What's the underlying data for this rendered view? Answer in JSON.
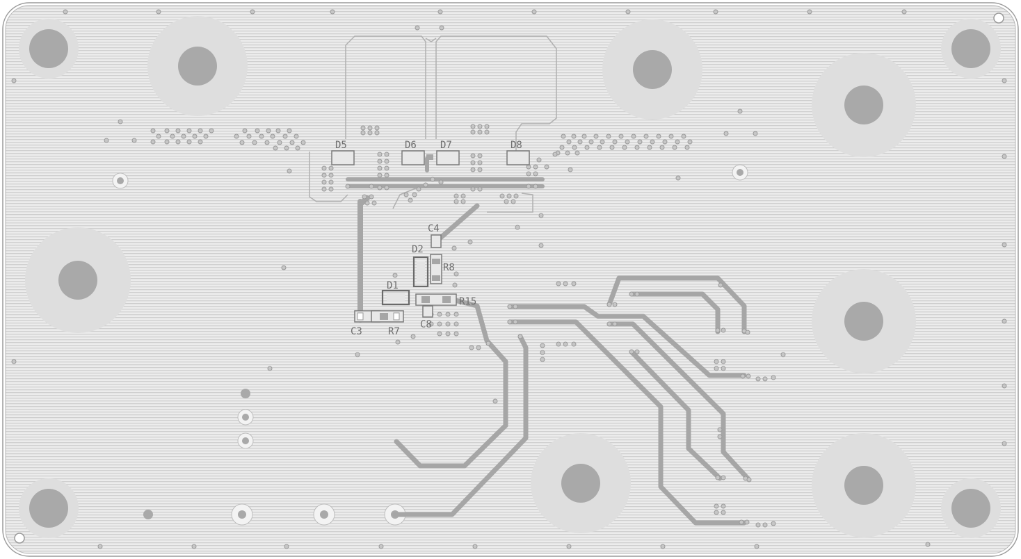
{
  "board": {
    "view": "pcb-bottom-layer",
    "colors": {
      "background": "#ffffff",
      "copper_pour": "#e6e6e6",
      "hatch": "#cfcfcf",
      "keepout": "#dcdcdc",
      "hole": "#a9a9a9",
      "trace": "#a6a6a6",
      "outline": "#9a9a9a",
      "silkscreen": "#6e6e6e"
    }
  },
  "labels": {
    "d5": "D5",
    "d6": "D6",
    "d7": "D7",
    "d8": "D8",
    "c4": "C4",
    "d2": "D2",
    "r8": "R8",
    "d1": "D1",
    "r15": "R15",
    "c8": "C8",
    "c3": "C3",
    "r7": "R7"
  }
}
